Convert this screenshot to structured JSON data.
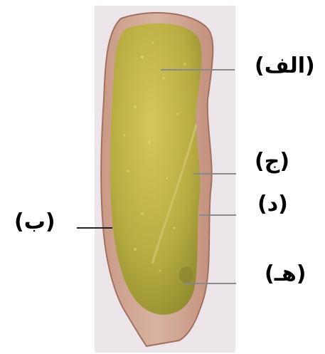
{
  "labels": {
    "a": "(الف)",
    "b": "(ب)",
    "c": "(ج)",
    "d": "(د)",
    "e": "(هـ)"
  },
  "colors": {
    "background_panel": "#ece6ea",
    "outer_layer": "#b98a7a",
    "inner_fill": "#b3a84a",
    "leader_line": "#8a8a8a"
  }
}
